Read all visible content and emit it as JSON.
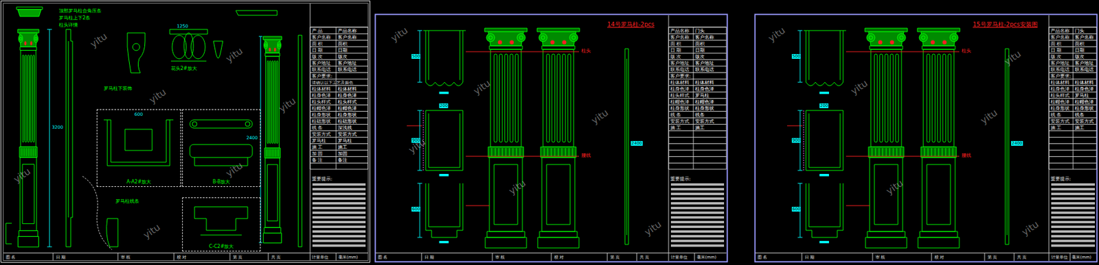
{
  "diagram": {
    "nodes": [
      {
        "text": [
          "A-A2#放大"
        ]
      },
      {
        "text": [
          "B-B放大"
        ]
      },
      {
        "text": [
          "C-C2#放大"
        ]
      }
    ],
    "labels": [
      "顶部罗马柱合角压条",
      "罗马柱上下2条",
      "柱头详情",
      "1250",
      "花头2#放大",
      "罗马柱下装饰",
      "3200",
      "2400",
      "600",
      "罗马柱线条",
      "产 品",
      "产品名称",
      "客户名称",
      "客户名称",
      "面 积",
      "面积",
      "日 期",
      "日期",
      "版 次",
      "版次",
      "客户地址",
      "客户地址",
      "联系电话",
      "联系电话",
      "客户要求:",
      "请确认以下工艺及颜色",
      "柱体材料",
      "柱体材料",
      "柱身色泽",
      "柱身色泽",
      "柱头样式",
      "柱头样式",
      "柱帽色泽",
      "柱帽色泽",
      "柱身形状",
      "柱身形状",
      "柱础形状",
      "柱础形状",
      "线 条",
      "深浅线",
      "安装方式",
      "安装方式",
      "罗马柱",
      "罗马柱",
      "施 工",
      "施工",
      "加 固",
      "加固",
      "备 注",
      "备注",
      "重要提示:",
      "图 名",
      "日 期",
      "审 核",
      "校 对",
      "第 页",
      "共 页",
      "计量单位",
      "毫米(mm)",
      "14号罗马柱-2pcs",
      "柱头",
      "腰线",
      "500",
      "900",
      "600",
      "200",
      "2400",
      "产品名称",
      "门头",
      "客户名称",
      "客户名称",
      "面 积",
      "面积",
      "日 期",
      "日期",
      "版 次",
      "版次",
      "客户地址",
      "客户地址",
      "联系电话",
      "联系电话",
      "客户要求:",
      "柱体材料",
      "柱体材料",
      "柱身色泽",
      "柱身色泽",
      "柱头样式",
      "罗马柱",
      "柱帽色泽",
      "柱帽色泽",
      "柱身形状",
      "柱身形状",
      "线 条",
      "线条",
      "安装方式",
      "安装方式",
      "施 工",
      "施工",
      "重要提示:",
      "图 名",
      "日 期",
      "审 核",
      "校 对",
      "第 页",
      "共 页",
      "计量单位",
      "毫米(mm)",
      "15号罗马柱-2pcs安装图",
      "柱头",
      "腰线",
      "500",
      "900",
      "600",
      "200",
      "2400",
      "产品名称",
      "门头",
      "客户名称",
      "客户名称",
      "面 积",
      "面积",
      "日 期",
      "日期",
      "版 次",
      "版次",
      "客户地址",
      "客户地址",
      "联系电话",
      "联系电话",
      "客户要求:",
      "柱体材料",
      "柱体材料",
      "柱身色泽",
      "柱身色泽",
      "柱头样式",
      "罗马柱",
      "柱帽色泽",
      "柱帽色泽",
      "柱身形状",
      "柱身形状",
      "线 条",
      "线条",
      "安装方式",
      "安装方式",
      "施 工",
      "施工",
      "重要提示:",
      "图 名",
      "日 期",
      "审 核",
      "校 对",
      "第 页",
      "共 页",
      "计量单位",
      "毫米(mm)",
      "yitu",
      "yitu",
      "yitu",
      "yitu",
      "yitu",
      "yitu",
      "yitu",
      "yitu",
      "yitu",
      "yitu",
      "yitu",
      "yitu",
      "yitu",
      "yitu",
      "yitu",
      "yitu",
      "yitu",
      "yitu",
      "yitu"
    ]
  }
}
